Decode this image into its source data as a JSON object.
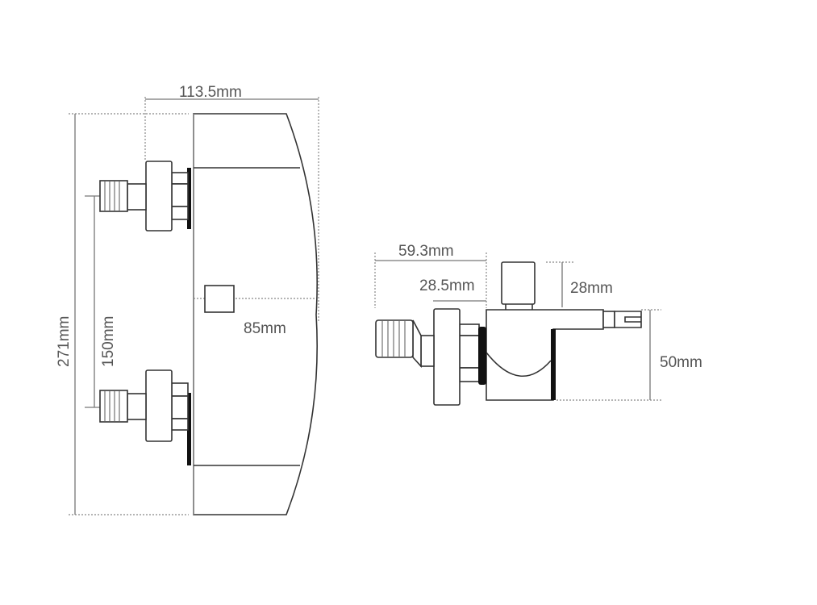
{
  "front_view": {
    "width_label": "113.5mm",
    "height_label": "271mm",
    "inlet_spacing_label": "150mm",
    "center_label": "85mm"
  },
  "side_view": {
    "depth_label": "59.3mm",
    "connector_label": "28.5mm",
    "knob_label": "28mm",
    "spout_height_label": "50mm"
  }
}
